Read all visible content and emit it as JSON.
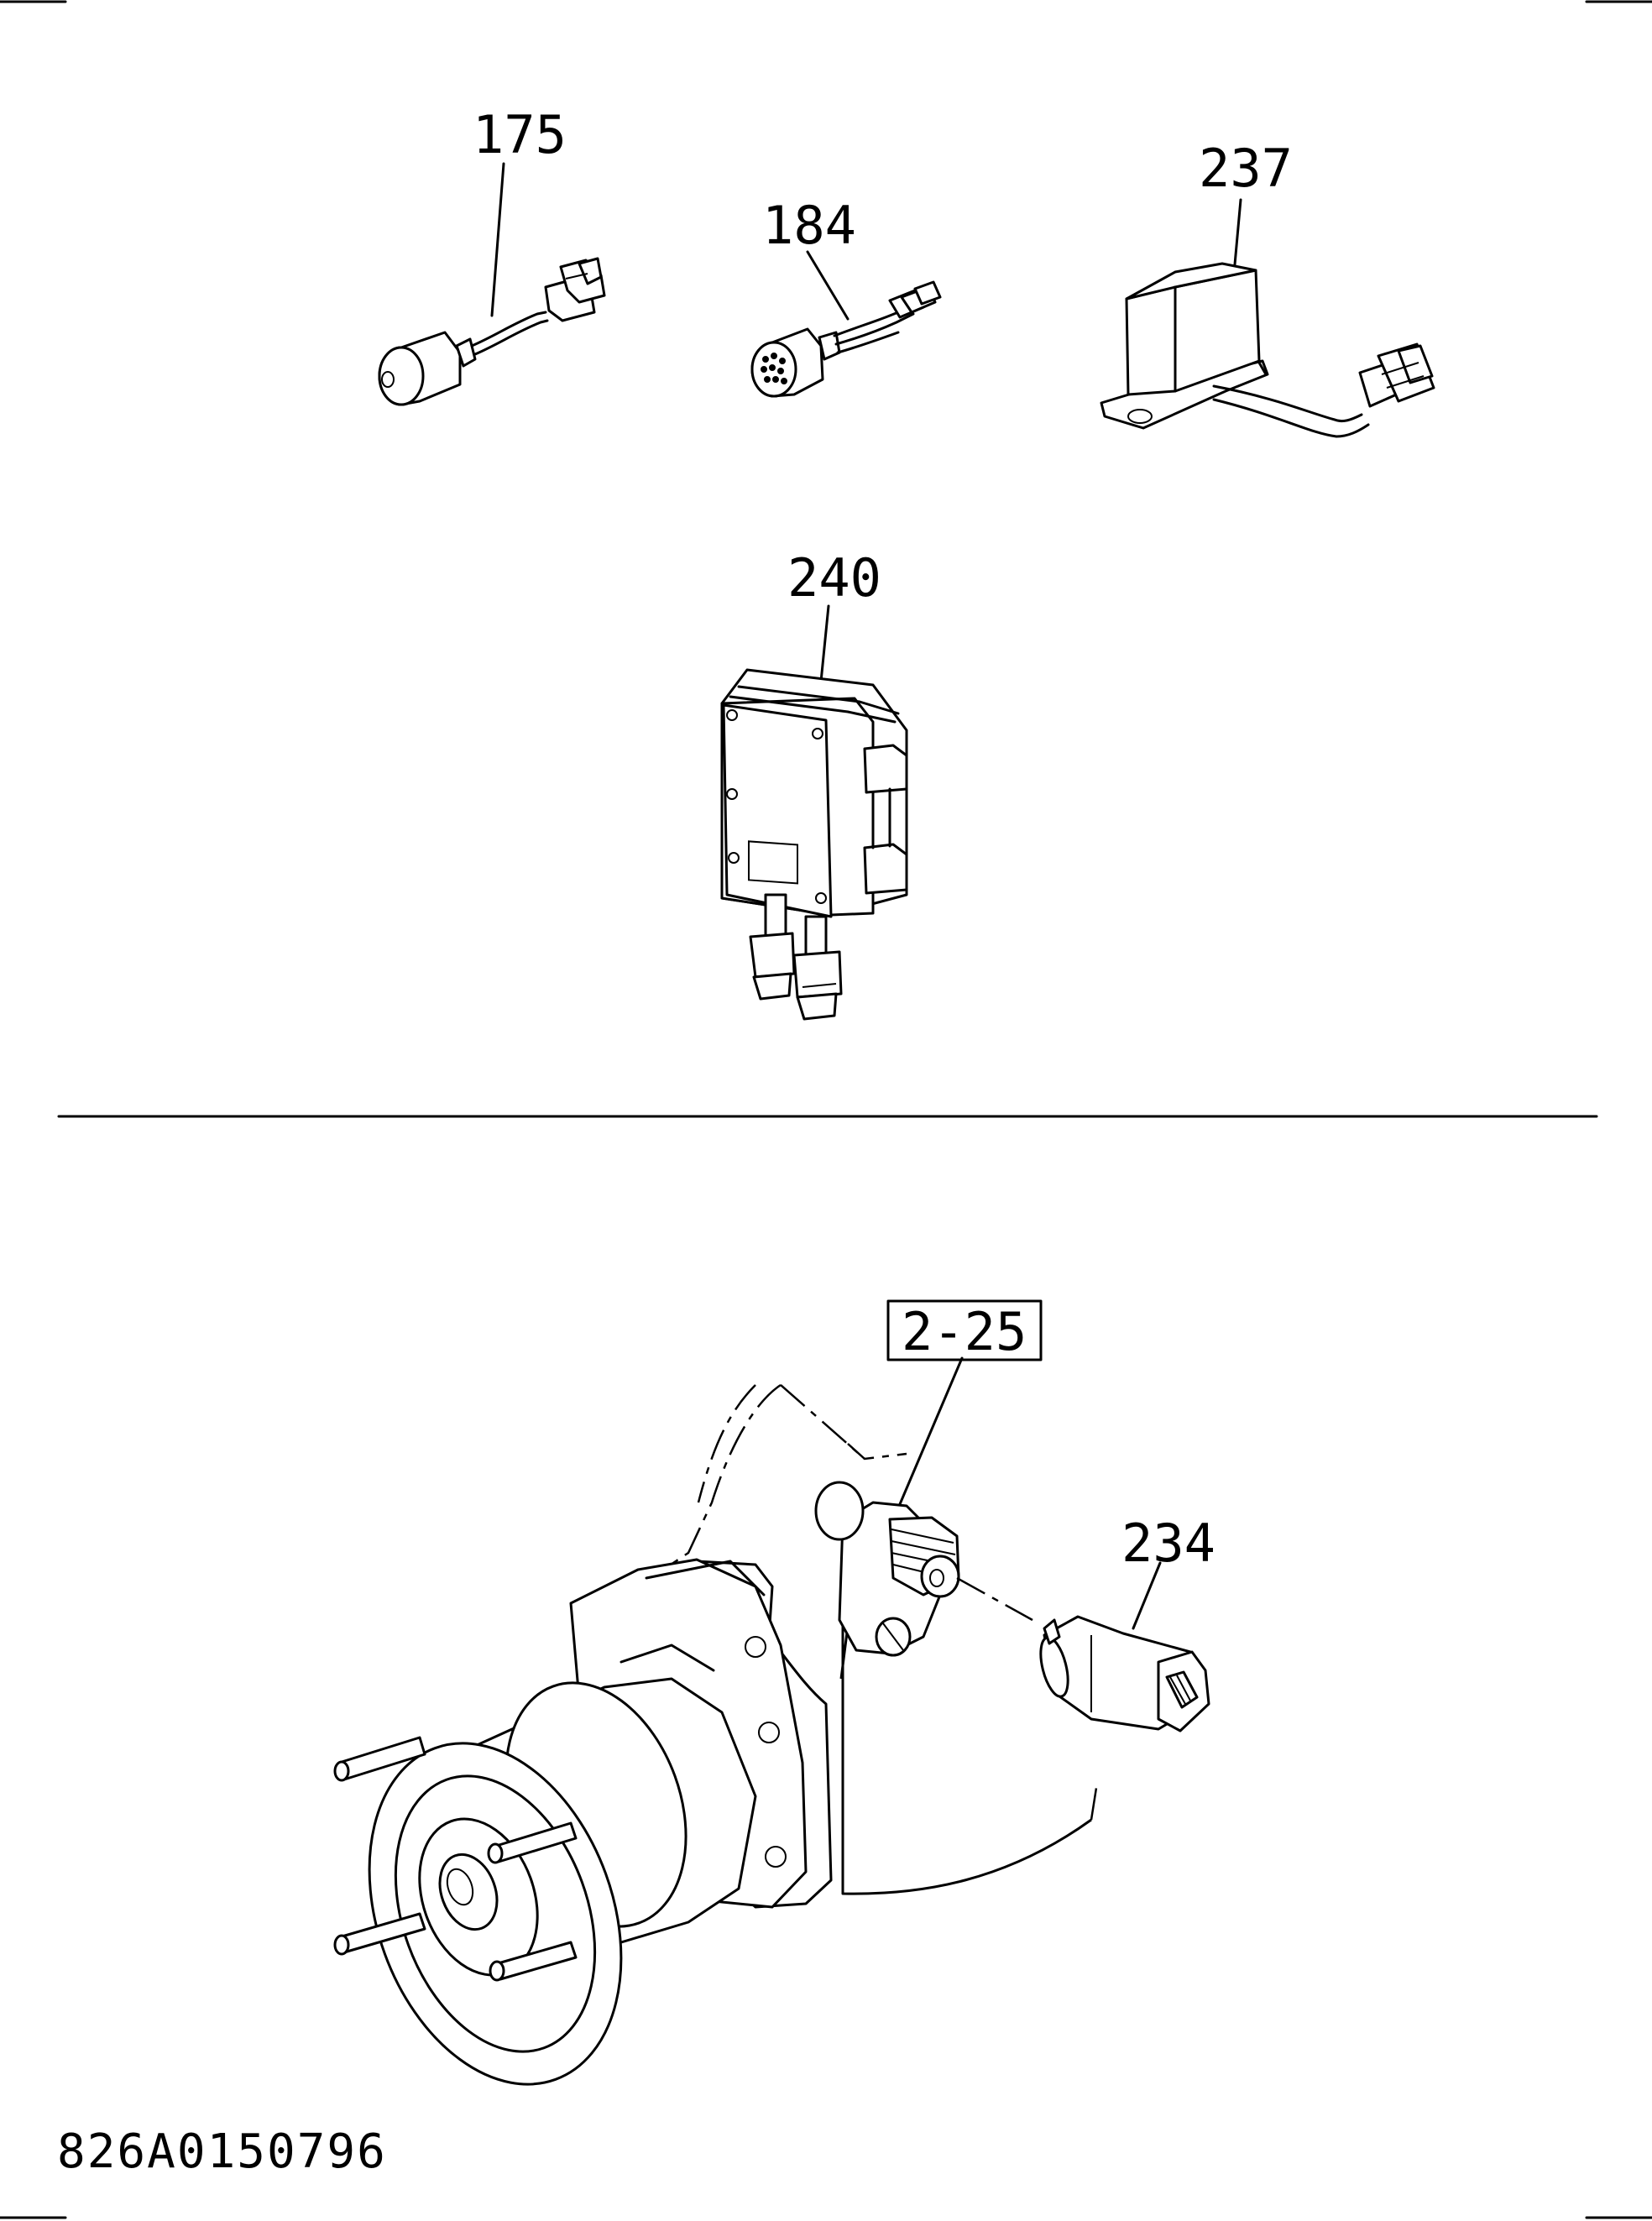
{
  "callouts": {
    "p175": "175",
    "p184": "184",
    "p237": "237",
    "p240": "240",
    "p234": "234",
    "ref": "2-25"
  },
  "figure_id": "826A0150796",
  "icons": [
    "crop-mark-icon",
    "sensor-175-icon",
    "connector-184-icon",
    "relay-237-icon",
    "control-unit-240-icon",
    "sensor-234-icon",
    "pump-assembly-icon"
  ]
}
